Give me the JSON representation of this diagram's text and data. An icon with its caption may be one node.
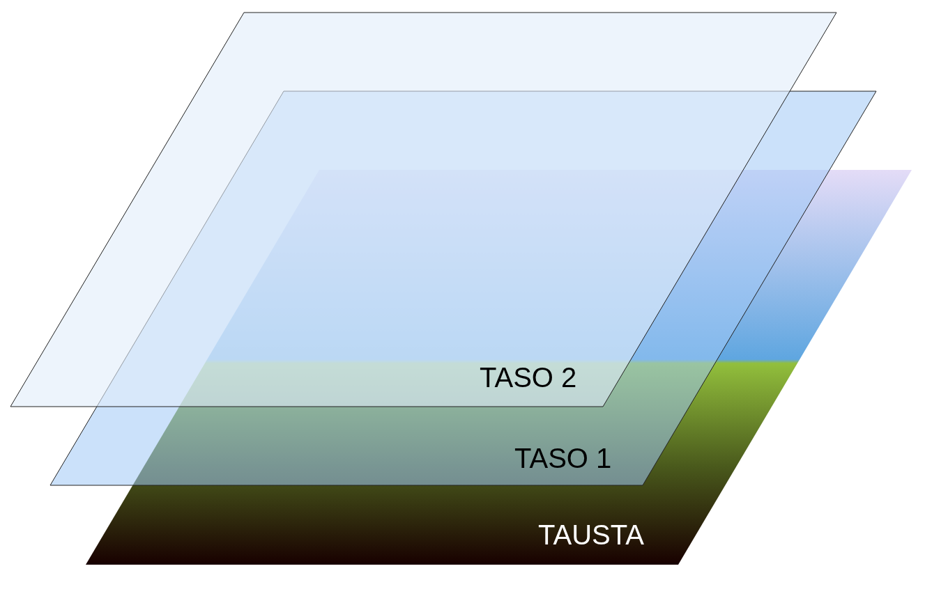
{
  "diagram": {
    "nodes": [
      {
        "text": [
          "TASO 2"
        ]
      },
      {
        "text": [
          "TASO 1"
        ]
      },
      {
        "text": [
          "TAUSTA"
        ]
      }
    ]
  }
}
